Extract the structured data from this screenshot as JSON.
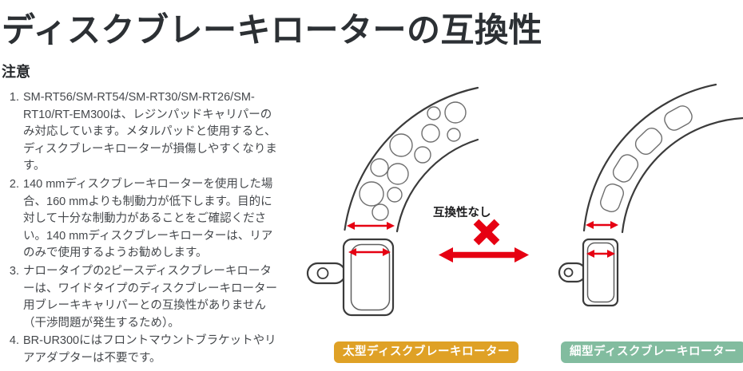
{
  "page": {
    "title": "ディスクブレーキローターの互換性"
  },
  "notes": {
    "heading": "注意",
    "items": [
      "SM-RT56/SM-RT54/SM-RT30/SM-RT26/SM-RT10/RT-EM300は、レジンパッドキャリパーのみ対応しています。メタルパッドと使用すると、ディスクブレーキローターが損傷しやすくなります。",
      "140 mmディスクブレーキローターを使用した場合、160 mmよりも制動力が低下します。目的に対して十分な制動力があることをご確認ください。140 mmディスクブレーキローターは、リアのみで使用するようお勧めします。",
      "ナロータイプの2ピースディスクブレーキローターは、ワイドタイプのディスクブレーキローター用ブレーキキャリパーとの互換性がありません（干渉問題が発生するため）。",
      "BR-UR300にはフロントマウントブラケットやリアアダプターは不要です。"
    ]
  },
  "diagram": {
    "incompatibility_label": "互換性なし",
    "wide_rotor_label": "太型ディスクブレーキローター",
    "narrow_rotor_label": "細型ディスクブレーキローター",
    "colors": {
      "red": "#E60012",
      "wide_badge_background": "#DFA126",
      "narrow_badge_background": "#82BC9F",
      "outline": "#3B3B3B"
    }
  }
}
